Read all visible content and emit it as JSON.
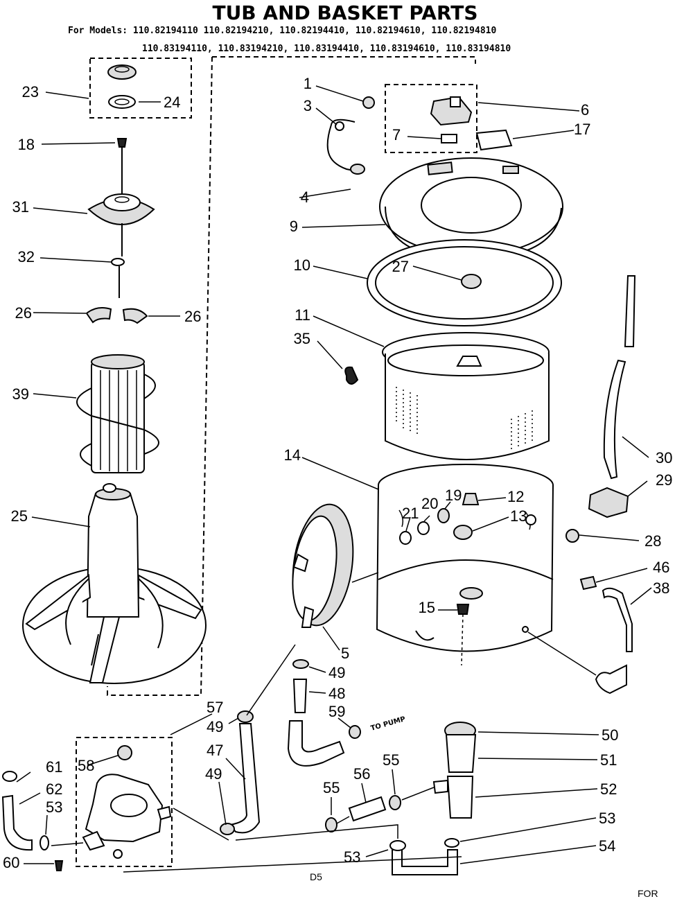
{
  "header": {
    "title": "TUB AND BASKET PARTS",
    "models_line1": "For Models: 110.82194110 110.82194210, 110.82194410, 110.82194610, 110.82194810",
    "models_line2": "110.83194110, 110.83194210, 110.83194410, 110.83194610, 110.83194810"
  },
  "annotations": {
    "to_pump": "TO PUMP",
    "page_code": "D5",
    "corner": "FOR"
  },
  "callouts": [
    "1",
    "3",
    "4",
    "6",
    "7",
    "17",
    "9",
    "10",
    "27",
    "11",
    "35",
    "14",
    "21",
    "20",
    "19",
    "12",
    "13",
    "15",
    "5",
    "23",
    "24",
    "18",
    "31",
    "32",
    "26",
    "26",
    "39",
    "25",
    "30",
    "29",
    "28",
    "46",
    "38",
    "49",
    "48",
    "59",
    "57",
    "49",
    "47",
    "49",
    "50",
    "51",
    "52",
    "53",
    "54",
    "55",
    "56",
    "55",
    "53",
    "61",
    "62",
    "53",
    "60",
    "58"
  ]
}
